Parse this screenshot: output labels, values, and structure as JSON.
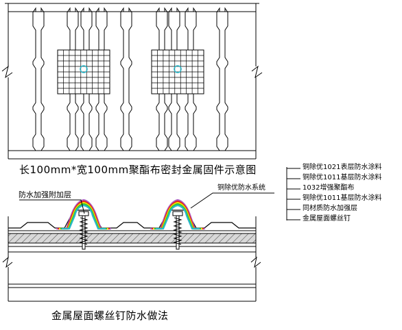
{
  "top_view": {
    "caption": "长100mm*宽100mm聚酯布密封金属固件示意图"
  },
  "section_view": {
    "caption": "金属屋面螺丝钉防水做法",
    "reinforcement_label": "防水加强附加层",
    "system_label": "铜除优防水系统"
  },
  "layers": [
    "铜除优1021表层防水涂料",
    "铜除优1011基层防水涂料",
    "1032增强聚酯布",
    "铜除优1011基层防水涂料",
    "同材质防水加强层",
    "金属屋面螺丝钉"
  ],
  "colors": {
    "line": "#000000",
    "fabric_cyan": "#2bb7c9",
    "coat_green": "#2ec43a",
    "coat_yellow": "#f0e000",
    "coat_red": "#e02020",
    "coat_purple": "#b060c0",
    "hatch": "#555555"
  }
}
